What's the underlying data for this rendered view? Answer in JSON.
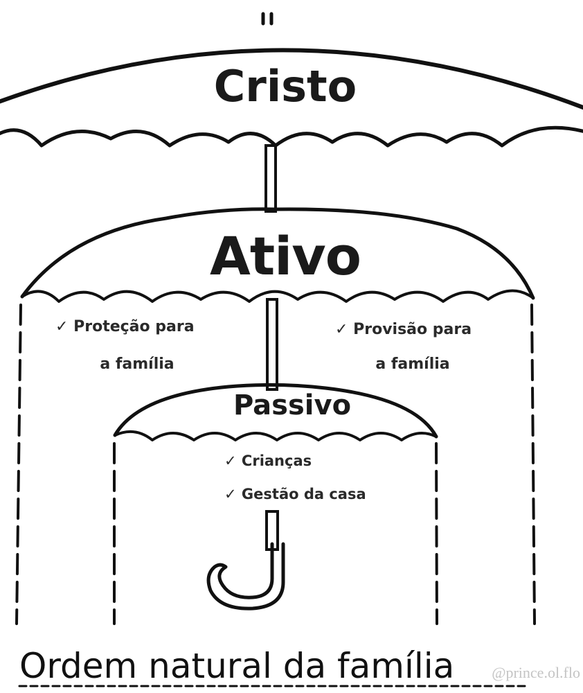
{
  "umbrellas": {
    "top": {
      "label": "Cristo"
    },
    "middle": {
      "label": "Ativo",
      "items": [
        {
          "check": "✓",
          "line1": "Proteção para",
          "line2": "a família"
        },
        {
          "check": "✓",
          "line1": "Provisão para",
          "line2": "a família"
        }
      ]
    },
    "bottom": {
      "label": "Passivo",
      "items": [
        {
          "check": "✓",
          "text": "Crianças"
        },
        {
          "check": "✓",
          "text": "Gestão da casa"
        }
      ]
    }
  },
  "footer": {
    "title": "Ordem natural da família"
  },
  "watermark": "@prince.ol.flo",
  "colors": {
    "ink": "#111111",
    "background": "#ffffff"
  }
}
